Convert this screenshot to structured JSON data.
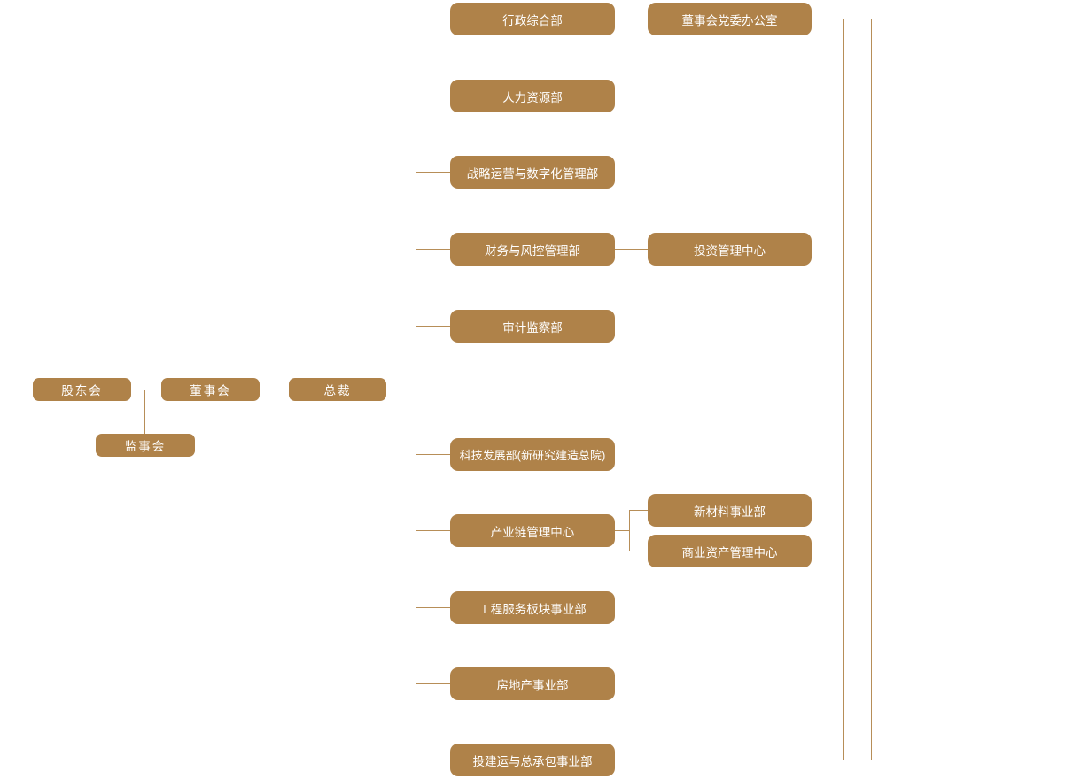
{
  "diagram_type": "org-chart",
  "colors": {
    "box_fill": "#AF8249",
    "line": "#B78E58",
    "text": "#FFFFFF",
    "background": "#FFFFFF"
  },
  "nodes": {
    "shareholders": {
      "label": "股东会"
    },
    "supervisory_board": {
      "label": "监事会"
    },
    "board_of_directors": {
      "label": "董事会"
    },
    "president": {
      "label": "总裁"
    },
    "admin_general": {
      "label": "行政综合部"
    },
    "board_party_office": {
      "label": "董事会党委办公室"
    },
    "human_resources": {
      "label": "人力资源部"
    },
    "strategy_digital": {
      "label": "战略运营与数字化管理部"
    },
    "finance_risk": {
      "label": "财务与风控管理部"
    },
    "investment_center": {
      "label": "投资管理中心"
    },
    "audit_supervision": {
      "label": "审计监察部"
    },
    "tech_development": {
      "label": "科技发展部(新研究建造总院)"
    },
    "industry_chain_center": {
      "label": "产业链管理中心"
    },
    "new_materials": {
      "label": "新材料事业部"
    },
    "commercial_assets": {
      "label": "商业资产管理中心"
    },
    "engineering_services": {
      "label": "工程服务板块事业部"
    },
    "real_estate": {
      "label": "房地产事业部"
    },
    "invest_build_epc": {
      "label": "投建运与总承包事业部"
    }
  },
  "hierarchy": {
    "股东会": [
      "监事会",
      "董事会"
    ],
    "董事会": [
      "总裁"
    ],
    "总裁": [
      "行政综合部",
      "人力资源部",
      "战略运营与数字化管理部",
      "财务与风控管理部",
      "审计监察部",
      "科技发展部(新研究建造总院)",
      "产业链管理中心",
      "工程服务板块事业部",
      "房地产事业部",
      "投建运与总承包事业部"
    ],
    "行政综合部": [
      "董事会党委办公室"
    ],
    "财务与风控管理部": [
      "投资管理中心"
    ],
    "产业链管理中心": [
      "新材料事业部",
      "商业资产管理中心"
    ],
    "note": "additional connector stubs continue past the right edge of the view at four evenly spaced levels"
  }
}
